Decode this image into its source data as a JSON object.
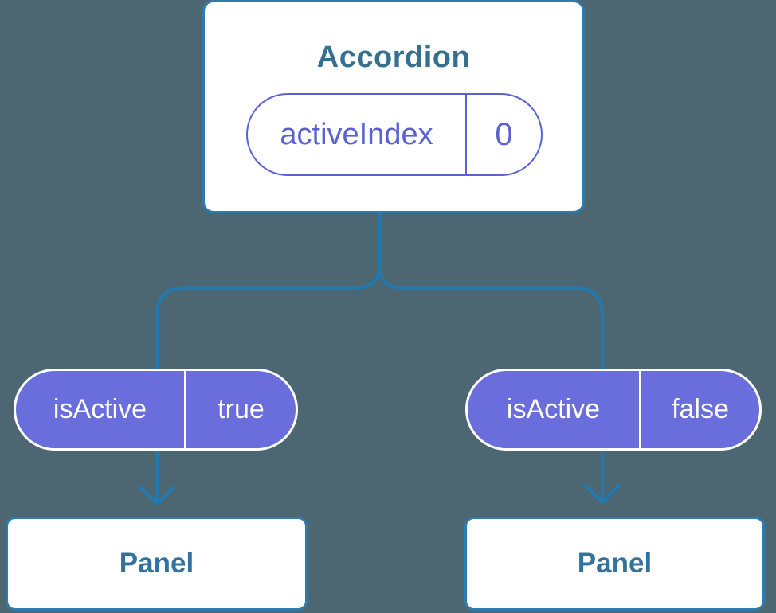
{
  "tree": {
    "root": {
      "name": "Accordion",
      "state": {
        "name": "activeIndex",
        "value": "0"
      }
    },
    "children": [
      {
        "label": "Panel",
        "prop": {
          "name": "isActive",
          "value": "true"
        }
      },
      {
        "label": "Panel",
        "prop": {
          "name": "isActive",
          "value": "false"
        }
      }
    ]
  },
  "colors": {
    "background": "#4C6672",
    "connector_line": "#2478AC",
    "card_border": "#2E7CAE",
    "card_text": "#35708F",
    "state_accent": "#5A62D2",
    "prop_pill_fill": "#6A6EDC",
    "prop_pill_text": "#FFFFFF"
  }
}
